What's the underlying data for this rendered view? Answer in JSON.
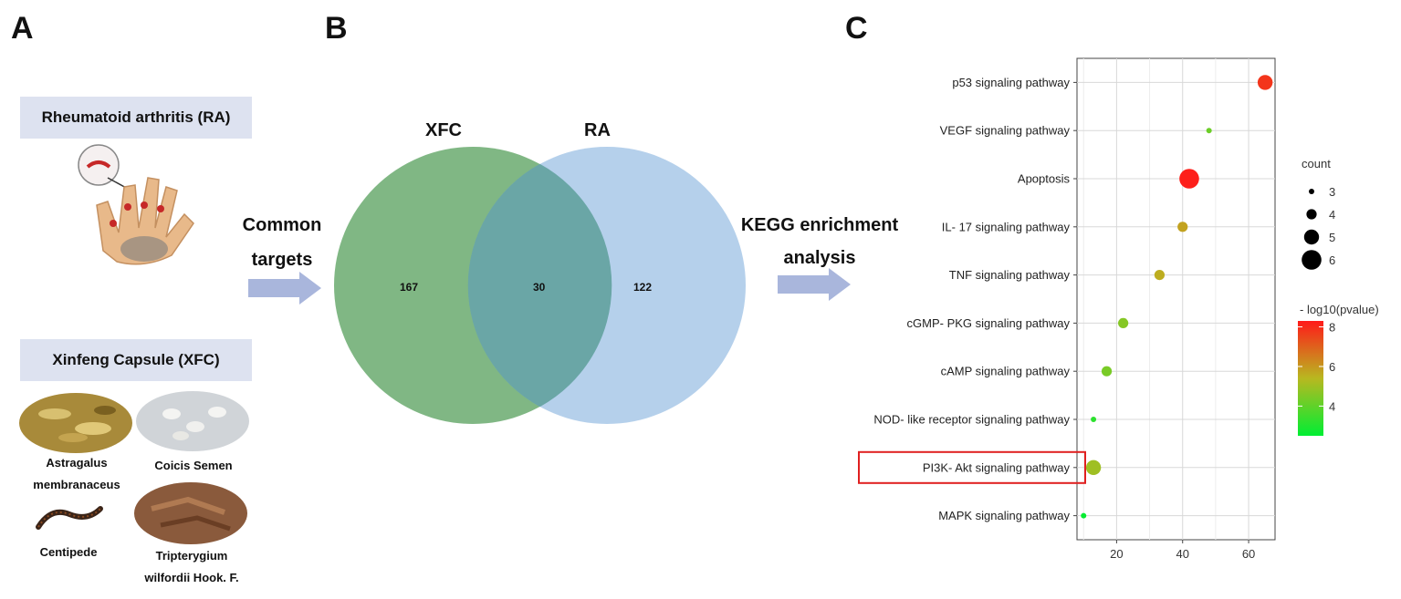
{
  "panels": {
    "a": "A",
    "b": "B",
    "c": "C"
  },
  "panel_a": {
    "disease_label": "Rheumatoid arthritis (RA)",
    "formula_label": "Xinfeng Capsule (XFC)",
    "herbs": [
      "Astragalus membranaceus",
      "Coicis Semen",
      "Centipede",
      "Tripterygium wilfordii Hook. F."
    ]
  },
  "arrows": {
    "left_text_1": "Common",
    "left_text_2": "targets",
    "right_text_1": "KEGG enrichment",
    "right_text_2": "analysis"
  },
  "venn": {
    "left_set": "XFC",
    "right_set": "RA",
    "left_only": "167",
    "overlap": "30",
    "right_only": "122",
    "left_color": "#6aaa6e",
    "right_color": "#a8c8e8"
  },
  "chart_data": {
    "type": "scatter",
    "categories": [
      "p53 signaling pathway",
      "VEGF signaling pathway",
      "Apoptosis",
      "IL- 17 signaling pathway",
      "TNF signaling pathway",
      "cGMP- PKG signaling pathway",
      "cAMP signaling pathway",
      "NOD- like receptor signaling pathway",
      "PI3K- Akt signaling pathway",
      "MAPK signaling pathway"
    ],
    "x": [
      65,
      48,
      42,
      40,
      33,
      22,
      17,
      13,
      13,
      10
    ],
    "count": [
      5,
      3,
      6,
      4,
      4,
      4,
      4,
      3,
      5,
      3
    ],
    "neglog10p": [
      7.8,
      4.2,
      8.2,
      5.8,
      5.6,
      4.6,
      4.4,
      3.2,
      5.0,
      2.6
    ],
    "highlighted": "PI3K- Akt signaling pathway",
    "xlim": [
      8,
      68
    ],
    "xticks": [
      "20",
      "40",
      "60"
    ],
    "xtick_values": [
      20,
      40,
      60
    ],
    "grid": true,
    "legend_size_title": "count",
    "legend_size_values": [
      "3",
      "4",
      "5",
      "6"
    ],
    "legend_color_title": "- log10(pvalue)",
    "legend_color_ticks": [
      "8",
      "6",
      "4"
    ],
    "color_low": "#00ee33",
    "color_mid": "#b8b820",
    "color_high": "#ff1a1a",
    "highlight_color": "#e02020"
  }
}
